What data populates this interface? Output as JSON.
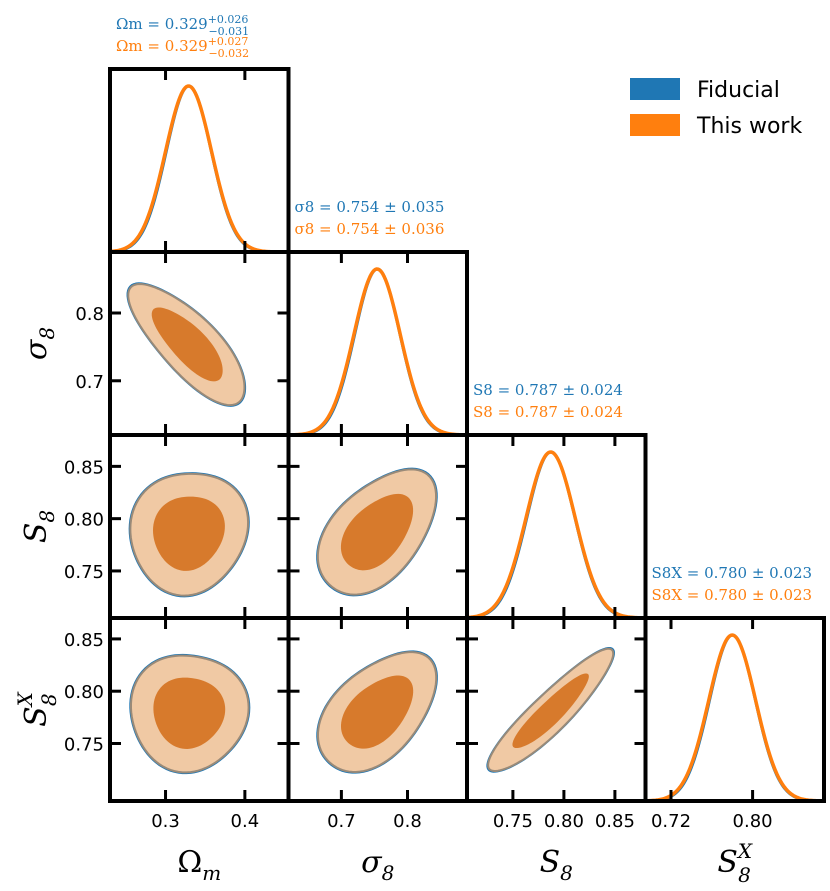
{
  "chart_data": {
    "type": "corner",
    "parameters": [
      {
        "id": "om",
        "label": "Ω",
        "label_sub": "m",
        "label_sup": "",
        "range": [
          0.23,
          0.455
        ],
        "ticks": [
          0.3,
          0.4
        ],
        "tick_labels": [
          "0.3",
          "0.4"
        ]
      },
      {
        "id": "s8",
        "label": "σ",
        "label_sub": "8",
        "label_sup": "",
        "range": [
          0.62,
          0.89
        ],
        "ticks": [
          0.7,
          0.8
        ],
        "tick_labels": [
          "0.7",
          "0.8"
        ]
      },
      {
        "id": "S8",
        "label": "S",
        "label_sub": "8",
        "label_sup": "",
        "range": [
          0.705,
          0.88
        ],
        "ticks": [
          0.75,
          0.8,
          0.85
        ],
        "tick_labels": [
          "0.75",
          "0.80",
          "0.85"
        ]
      },
      {
        "id": "S8X",
        "label": "S",
        "label_sub": "8",
        "label_sup": "X",
        "range": [
          0.695,
          0.87
        ],
        "ticks": [
          0.72,
          0.8
        ],
        "ticks_y": [
          0.75,
          0.8,
          0.85
        ],
        "tick_labels": [
          "0.72",
          "0.80"
        ],
        "tick_labels_y": [
          "0.75",
          "0.80",
          "0.85"
        ]
      }
    ],
    "series": [
      {
        "name": "Fiducial",
        "color": "#1f77b4",
        "stats": [
          {
            "text": "Ωm = 0.329",
            "sup": "+0.026",
            "sub": "−0.031"
          },
          {
            "text": "σ8 = 0.754 ± 0.035"
          },
          {
            "text": "S8 = 0.787 ± 0.024"
          },
          {
            "text": "S8X = 0.780 ± 0.023"
          }
        ]
      },
      {
        "name": "This work",
        "color": "#ff7f0e",
        "stats": [
          {
            "text": "Ωm = 0.329",
            "sup": "+0.027",
            "sub": "−0.032"
          },
          {
            "text": "σ8 = 0.754 ± 0.036"
          },
          {
            "text": "S8 = 0.787 ± 0.024"
          },
          {
            "text": "S8X = 0.780 ± 0.023"
          }
        ]
      }
    ],
    "means": [
      0.329,
      0.754,
      0.787,
      0.78
    ],
    "sigmas": [
      0.029,
      0.035,
      0.024,
      0.023
    ],
    "correlations": {
      "om|s8": -0.75,
      "om|S8": 0.05,
      "s8|S8": 0.45,
      "om|S8X": 0.0,
      "s8|S8X": 0.45,
      "S8|S8X": 0.9
    },
    "contour_levels": [
      "68%",
      "95%"
    ],
    "legend_position": "top-right",
    "contour_fill": [
      "#d77a2c",
      "#f0c9a4"
    ],
    "contour_edge": "#9a8a78"
  }
}
